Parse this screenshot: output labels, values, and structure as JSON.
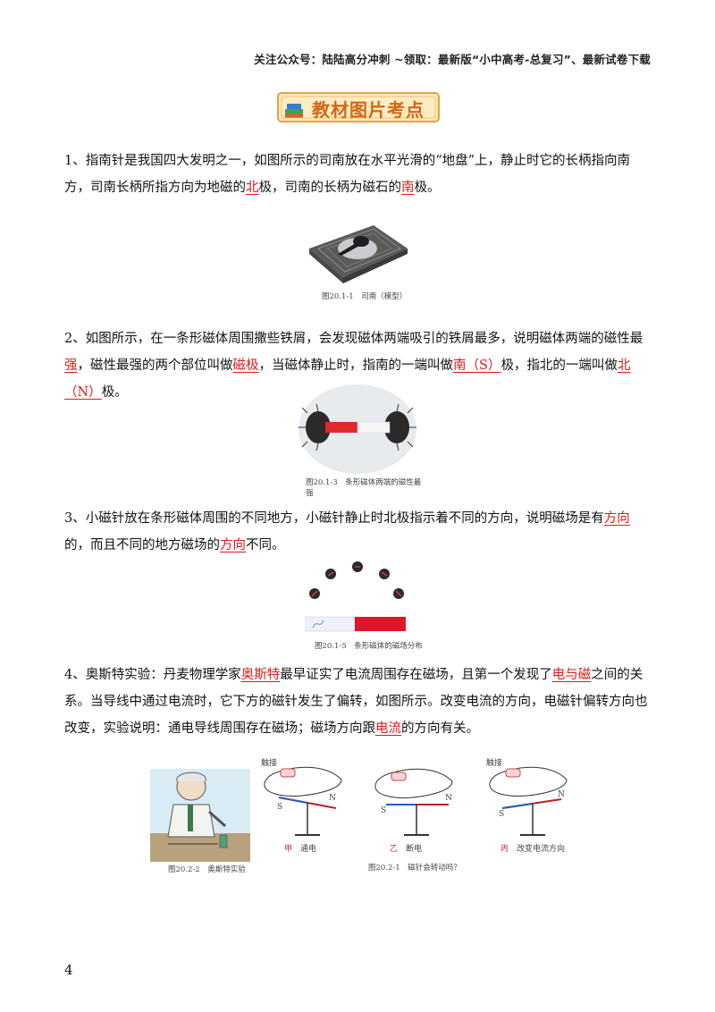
{
  "header": {
    "note": "关注公众号：陆陆高分冲刺 ~领取：最新版“小中高考-总复习”、最新试卷下载"
  },
  "banner": {
    "title": "教材图片考点"
  },
  "items": [
    {
      "segments": [
        "1、指南针是我国四大发明之一，如图所示的司南放在水平光滑的“地盘”上，静止时它的长柄指向南方，司南长柄所指方向为地磁的",
        "北",
        "极，司南的长柄为磁石的",
        "南",
        "极。"
      ],
      "figure": {
        "caption": "图20.1-1　司南（模型）"
      }
    },
    {
      "segments": [
        "2、如图所示，在一条形磁体周围撒些铁屑，会发现磁体两端吸引的铁屑最多，说明磁体两端的磁性最",
        "强",
        "，磁性最强的两个部位叫做",
        "磁极",
        "，当磁体静止时，指南的一端叫做",
        "南（S）",
        "极，指北的一端叫做",
        "北（N）",
        "极。"
      ],
      "figure": {
        "caption": "图20.1-3　条形磁体两端的磁性最强"
      }
    },
    {
      "segments": [
        "3、小磁针放在条形磁体周围的不同地方，小磁针静止时北极指示着不同的方向，说明磁场是有",
        "方向",
        "的，而且不同的地方磁场的",
        "方向",
        "不同。"
      ],
      "figure": {
        "caption": "图20.1-5　条形磁体的磁场分布"
      }
    },
    {
      "segments": [
        "4、奥斯特实验：丹麦物理学家",
        "奥斯特",
        "最早证实了电流周围存在磁场，且第一个发现了",
        "电与磁",
        "之间的关系。当导线中通过电流时，它下方的磁针发生了偏转，如图所示。改变电流的方向，电磁针偏转方向也改变，实验说明：通电导线周围存在磁场；磁场方向跟",
        "电流",
        "的方向有关。"
      ],
      "figure": {
        "caption_left": "图20.2-2　奥斯特实验",
        "caption_right": "图20.2-1　磁针会转动吗？",
        "panels": [
          {
            "touch": "触接",
            "letter": "甲",
            "label": "通电"
          },
          {
            "touch": "",
            "letter": "乙",
            "label": "断电"
          },
          {
            "touch": "触接",
            "letter": "丙",
            "label": "改变电流方向"
          }
        ],
        "needle_s": "S",
        "needle_n": "N"
      }
    }
  ],
  "page": {
    "number": "4"
  },
  "colors": {
    "answer": "#e01818",
    "banner_text": "#d26614",
    "banner_fill": "#fdebc2"
  }
}
